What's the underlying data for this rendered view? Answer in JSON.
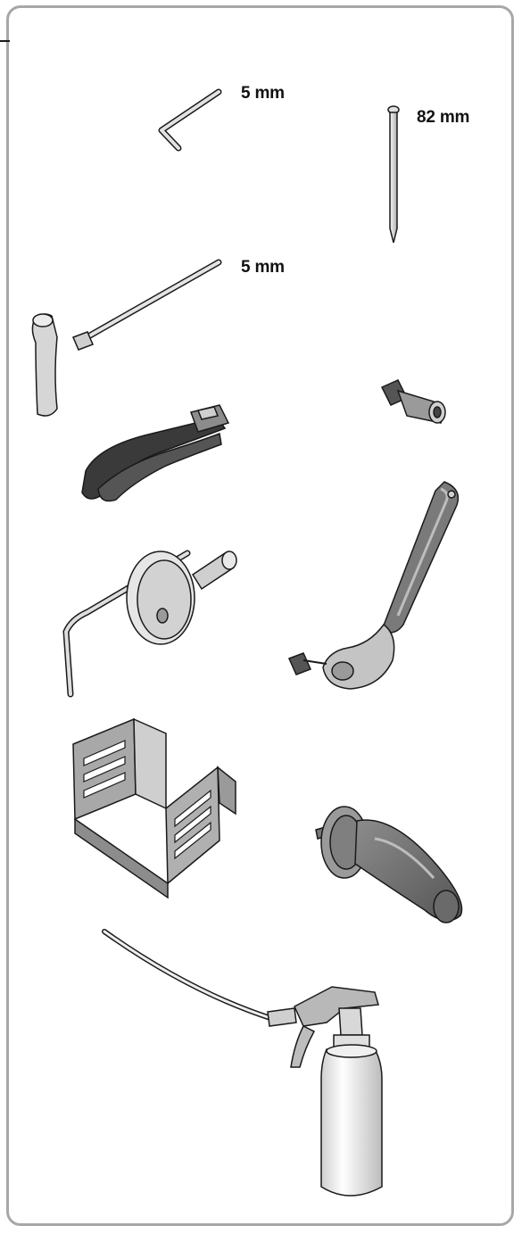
{
  "labels": {
    "allen_key_size": "5 mm",
    "pin_length": "82 mm",
    "t_handle_size": "5 mm"
  },
  "colors": {
    "frame": "#a7a7a7",
    "metal_fill": "#d9d9d9",
    "dark_part": "#3a3a3a",
    "mid_part": "#8a8a8a",
    "outline": "#1a1a1a"
  },
  "items": [
    {
      "icon": "allen-key-icon"
    },
    {
      "icon": "pin-icon"
    },
    {
      "icon": "t-handle-hex-key-icon"
    },
    {
      "icon": "socket-adapter-icon"
    },
    {
      "icon": "ratchet-strap-icon"
    },
    {
      "icon": "depth-gauge-tool-icon"
    },
    {
      "icon": "ratchet-wrench-icon"
    },
    {
      "icon": "cage-bracket-icon"
    },
    {
      "icon": "auxiliary-handle-icon"
    },
    {
      "icon": "spray-bottle-icon"
    }
  ]
}
